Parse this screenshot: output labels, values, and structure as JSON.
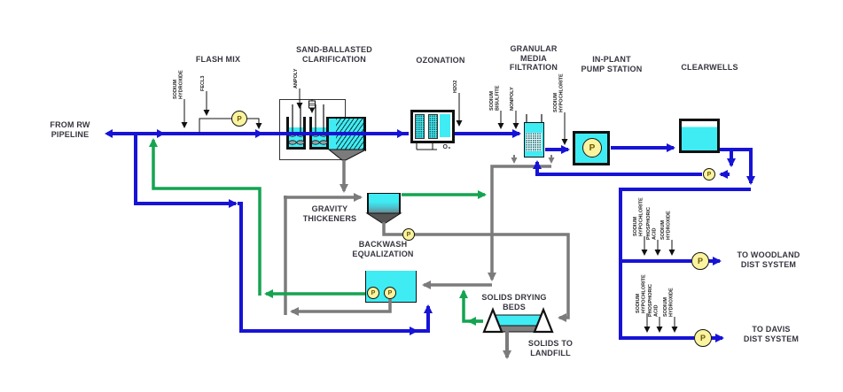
{
  "source": {
    "label": "FROM RW\nPIPELINE"
  },
  "units": {
    "flash_mix": "FLASH MIX",
    "clarification": "SAND-BALLASTED\nCLARIFICATION",
    "ozonation": "OZONATION",
    "filtration": "GRANULAR\nMEDIA\nFILTRATION",
    "pump_station": "IN-PLANT\nPUMP STATION",
    "clearwells": "CLEARWELLS",
    "thickeners": "GRAVITY\nTHICKENERS",
    "backwash_eq": "BACKWASH\nEQUALIZATION",
    "drying_beds": "SOLIDS DRYING\nBEDS"
  },
  "destinations": {
    "woodland": "TO WOODLAND\nDIST SYSTEM",
    "davis": "TO DAVIS\nDIST SYSTEM",
    "landfill": "SOLIDS TO\nLANDFILL"
  },
  "chemicals": {
    "rw_sodium_hydroxide": "SODIUM\nHYDROXIDE",
    "fecl3": "FECL3",
    "anpoly": "ANPOLY",
    "h2o2": "H2O2",
    "sodium_bisulfite": "SODIUM\nBISULFITE",
    "nonpoly": "NONPOLY",
    "filter_sodium_hypochlorite": "SODIUM\nHYPOCHLORITE",
    "ozone": "O₃",
    "woodland": {
      "sodium_hypochlorite": "SODIUM\nHYPOCHLORITE",
      "phosphoric_acid": "PHOSPHORIC\nACID",
      "sodium_hydroxide": "SODIUM\nHYDROXIDE"
    },
    "davis": {
      "sodium_hypochlorite": "SODIUM\nHYPOCHLORITE",
      "phosphoric_acid": "PHOSPHORIC\nACID",
      "sodium_hydroxide": "SODIUM\nHYDROXIDE"
    }
  },
  "pump_symbol": "P",
  "colors": {
    "pipe_blue": "#1713d6",
    "recycle_green": "#14a451",
    "solids_gray": "#7b7b7b",
    "water_cyan": "#3fecf4",
    "pump_yellow": "#faf3a0"
  }
}
